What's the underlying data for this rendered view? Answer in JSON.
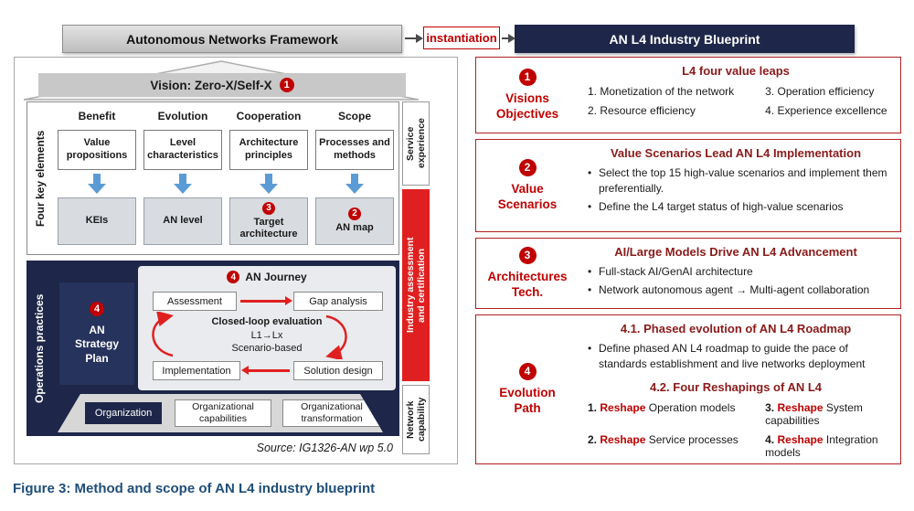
{
  "palette": {
    "navy": "#1e2749",
    "red": "#e02020",
    "badge_red": "#c00000",
    "title_maroon": "#8b1a1a",
    "arrow_blue": "#5b9bd5",
    "caption_blue": "#1f4e79"
  },
  "header": {
    "framework_banner": "Autonomous Networks Framework",
    "instantiation": "instantiation",
    "blueprint_banner": "AN L4 Industry Blueprint"
  },
  "left_panel": {
    "vision": {
      "badge": "1",
      "title": "Vision: Zero-X/Self-X"
    },
    "four_key_elements_label": "Four key elements",
    "columns": [
      {
        "header": "Benefit",
        "element": "Value propositions",
        "result": "KEIs"
      },
      {
        "header": "Evolution",
        "element": "Level characteristics",
        "result": "AN level"
      },
      {
        "header": "Cooperation",
        "element": "Architecture principles",
        "result": "Target architecture",
        "badge": "3"
      },
      {
        "header": "Scope",
        "element": "Processes and methods",
        "result": "AN map",
        "badge": "2"
      }
    ],
    "side_bars": [
      {
        "label": "Service experience"
      },
      {
        "label": "Industry assessment and certification"
      },
      {
        "label": "Network capability"
      }
    ],
    "operations": {
      "label": "Operations practices",
      "strategy": {
        "badge": "4",
        "label": "AN Strategy Plan"
      },
      "journey": {
        "badge": "4",
        "title": "AN Journey",
        "assessment": "Assessment",
        "gap_analysis": "Gap analysis",
        "closed_loop": "Closed-loop evaluation",
        "levels": "L1→Lx",
        "scenario": "Scenario-based",
        "implementation": "Implementation",
        "solution_design": "Solution design"
      },
      "organization": [
        "Organization",
        "Organizational capabilities",
        "Organizational transformation"
      ]
    },
    "source": "Source: IG1326-AN wp 5.0"
  },
  "right_panel": {
    "sections": [
      {
        "badge": "1",
        "label": "Visions Objectives",
        "title": "L4 four value leaps",
        "items": [
          {
            "num": "1.",
            "text": "Monetization of the network"
          },
          {
            "num": "2.",
            "text": "Resource efficiency"
          },
          {
            "num": "3.",
            "text": "Operation efficiency"
          },
          {
            "num": "4.",
            "text": "Experience excellence"
          }
        ]
      },
      {
        "badge": "2",
        "label": "Value Scenarios",
        "title": "Value Scenarios Lead AN L4 Implementation",
        "bullets": [
          "Select the top 15 high-value scenarios and implement them preferentially.",
          "Define the L4 target status of high-value scenarios"
        ]
      },
      {
        "badge": "3",
        "label": "Architectures Tech.",
        "title": "AI/Large Models Drive AN L4 Advancement",
        "bullets": [
          "Full-stack AI/GenAI architecture",
          "Network autonomous agent → Multi-agent collaboration"
        ]
      },
      {
        "badge": "4",
        "label": "Evolution Path",
        "title": "4.1. Phased evolution of AN L4 Roadmap",
        "bullets": [
          "Define phased AN L4 roadmap to guide the pace of standards establishment and live networks deployment"
        ],
        "subtitle": "4.2. Four Reshapings of AN L4",
        "reshapes": [
          {
            "num": "1.",
            "keyword": "Reshape",
            "text": "Operation models"
          },
          {
            "num": "2.",
            "keyword": "Reshape",
            "text": "Service processes"
          },
          {
            "num": "3.",
            "keyword": "Reshape",
            "text": "System capabilities"
          },
          {
            "num": "4.",
            "keyword": "Reshape",
            "text": "Integration models"
          }
        ]
      }
    ]
  },
  "caption": "Figure 3: Method and scope of AN L4 industry blueprint"
}
